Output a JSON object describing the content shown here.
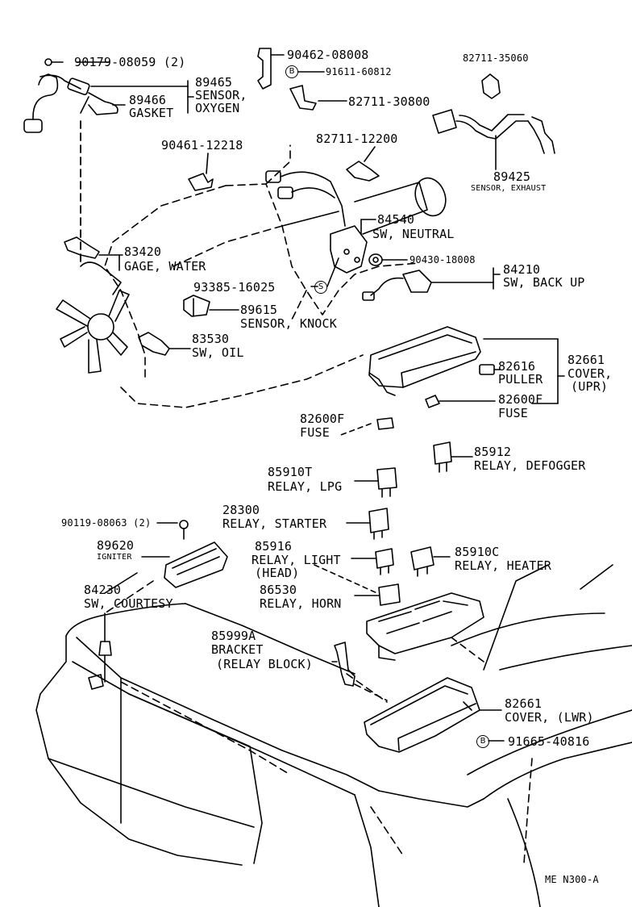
{
  "diagram_code": "ME  N300-A",
  "callouts": {
    "c90179": "90179-08059 (2)",
    "c90462": "90462-08008",
    "c91611": "91611-60812",
    "c82711a": "82711-35060",
    "c82711b": "82711-30800",
    "c89465_num": "89465",
    "c89465_name1": "SENSOR,",
    "c89465_name2": "OXYGEN",
    "c89466_num": "89466",
    "c89466_name": "GASKET",
    "c90461": "90461-12218",
    "c82711c": "82711-12200",
    "c89425_num": "89425",
    "c89425_name": "SENSOR, EXHAUST",
    "c84540_num": "84540",
    "c84540_name": "SW, NEUTRAL",
    "c83420_num": "83420",
    "c83420_name": "GAGE, WATER",
    "c90430": "90430-18008",
    "c84210_num": "84210",
    "c84210_name": "SW, BACK UP",
    "c93385": "93385-16025",
    "c89615_num": "89615",
    "c89615_name": "SENSOR, KNOCK",
    "c83530_num": "83530",
    "c83530_name": "SW, OIL",
    "c82616_num": "82616",
    "c82616_name": "PULLER",
    "c82661u_num": "82661",
    "c82661u_name1": "COVER,",
    "c82661u_name2": "(UPR)",
    "c82600f_num": "82600F",
    "c82600f_name": "FUSE",
    "c82600f2_num": "82600F",
    "c82600f2_name": "FUSE",
    "c85912_num": "85912",
    "c85912_name": "RELAY, DEFOGGER",
    "c85910t_num": "85910T",
    "c85910t_name": "RELAY, LPG",
    "c28300_num": "28300",
    "c28300_name": "RELAY, STARTER",
    "c90119": "90119-08063 (2)",
    "c89620_num": "89620",
    "c89620_name": "IGNITER",
    "c85916_num": "85916",
    "c85916_name1": "RELAY, LIGHT",
    "c85916_name2": "(HEAD)",
    "c85910c_num": "85910C",
    "c85910c_name": "RELAY, HEATER",
    "c84230_num": "84230",
    "c84230_name": "SW, COURTESY",
    "c86530_num": "86530",
    "c86530_name": "RELAY, HORN",
    "c85999a_num": "85999A",
    "c85999a_name1": "BRACKET",
    "c85999a_name2": "(RELAY BLOCK)",
    "c82661l_num": "82661",
    "c82661l_name": "COVER, (LWR)",
    "c91665": "91665-40816",
    "mark_b1": "B",
    "mark_b2": "B",
    "mark_s": "S"
  }
}
